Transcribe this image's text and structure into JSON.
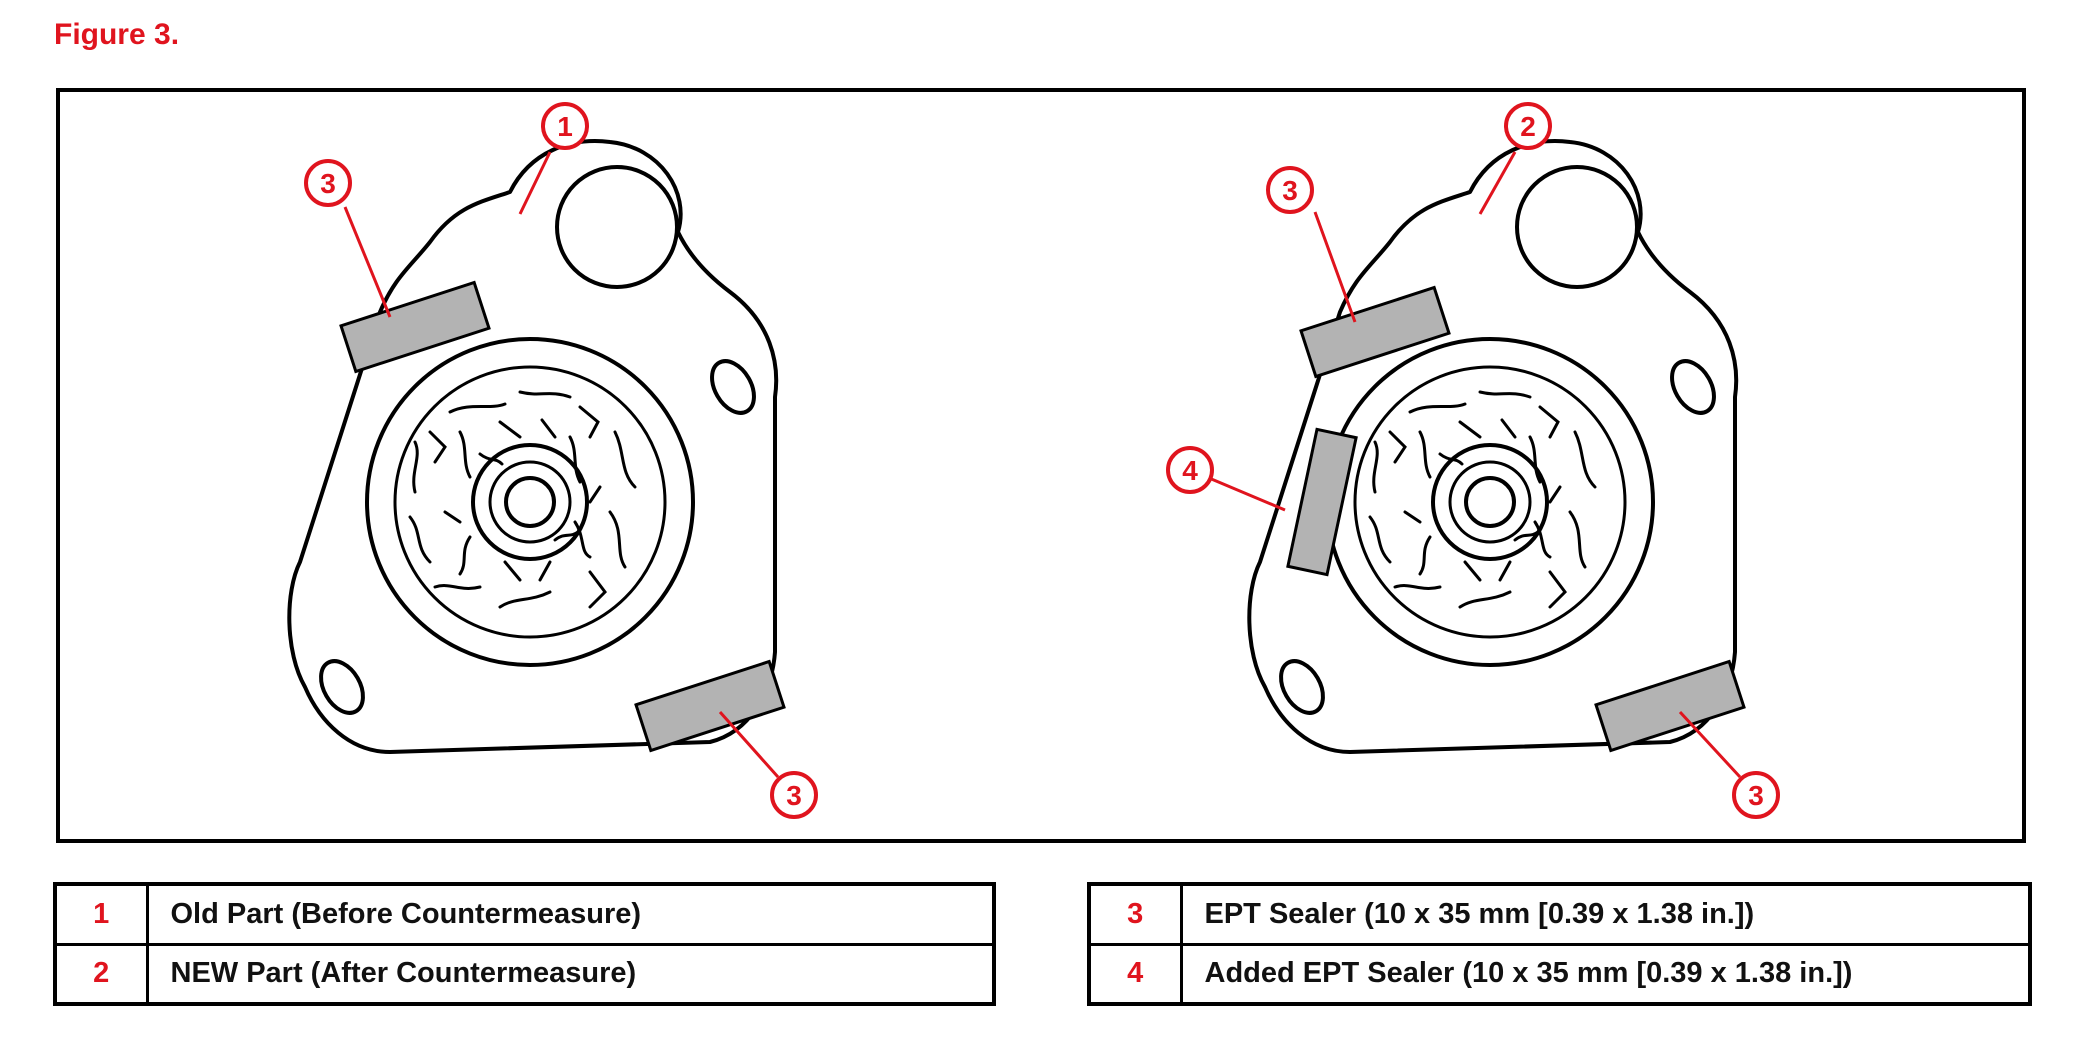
{
  "figure": {
    "title": "Figure 3.",
    "accent_color": "#e0141e",
    "sealer_color": "#b3b3b3",
    "callouts": {
      "left_part": [
        "1",
        "3",
        "3"
      ],
      "right_part": [
        "2",
        "3",
        "4",
        "3"
      ]
    }
  },
  "legend": {
    "left": [
      {
        "num": "1",
        "text": "Old Part (Before Countermeasure)"
      },
      {
        "num": "2",
        "text": "NEW Part (After Countermeasure)"
      }
    ],
    "right": [
      {
        "num": "3",
        "text": "EPT Sealer (10 x 35 mm [0.39 x 1.38 in.])"
      },
      {
        "num": "4",
        "text": "Added EPT Sealer (10 x 35 mm [0.39 x 1.38 in.])"
      }
    ]
  }
}
